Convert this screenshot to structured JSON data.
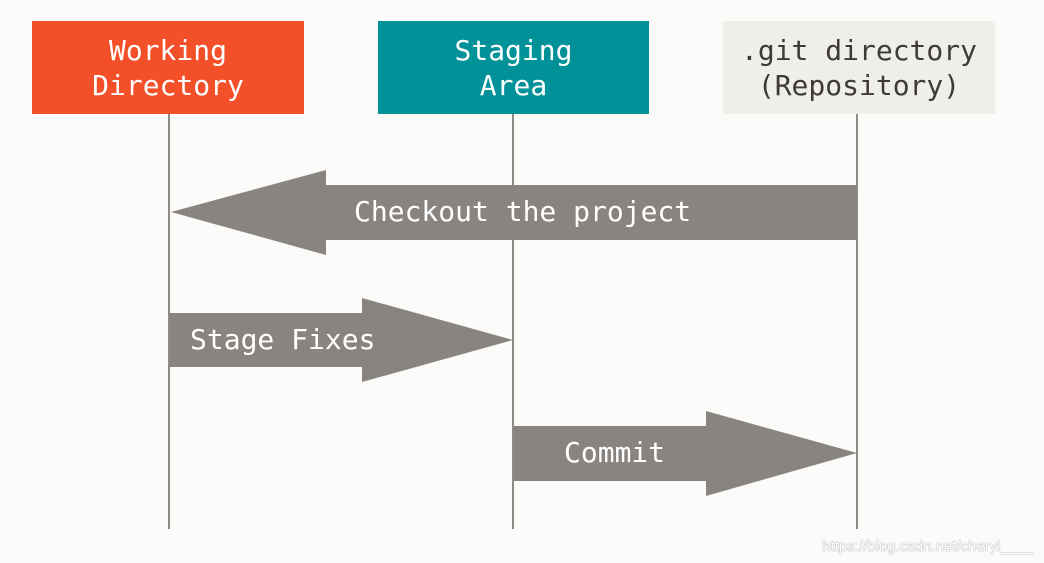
{
  "columns": [
    {
      "id": "working-directory",
      "label": "Working\nDirectory",
      "fill": "#f34f29",
      "text_color": "#ffffff"
    },
    {
      "id": "staging-area",
      "label": "Staging\nArea",
      "fill": "#009199",
      "text_color": "#ffffff"
    },
    {
      "id": "git-directory",
      "label": ".git directory\n(Repository)",
      "fill": "#efeee9",
      "text_color": "#3d3a37"
    }
  ],
  "lifeline_color": "#908984",
  "arrows": [
    {
      "id": "checkout",
      "label": "Checkout the project",
      "from": "git-directory",
      "to": "working-directory",
      "color": "#8a8480"
    },
    {
      "id": "stage",
      "label": "Stage Fixes",
      "from": "working-directory",
      "to": "staging-area",
      "color": "#8a8480"
    },
    {
      "id": "commit",
      "label": "Commit",
      "from": "staging-area",
      "to": "git-directory",
      "color": "#8a8480"
    }
  ],
  "watermark": "https://blog.csdn.net/cheryl____"
}
